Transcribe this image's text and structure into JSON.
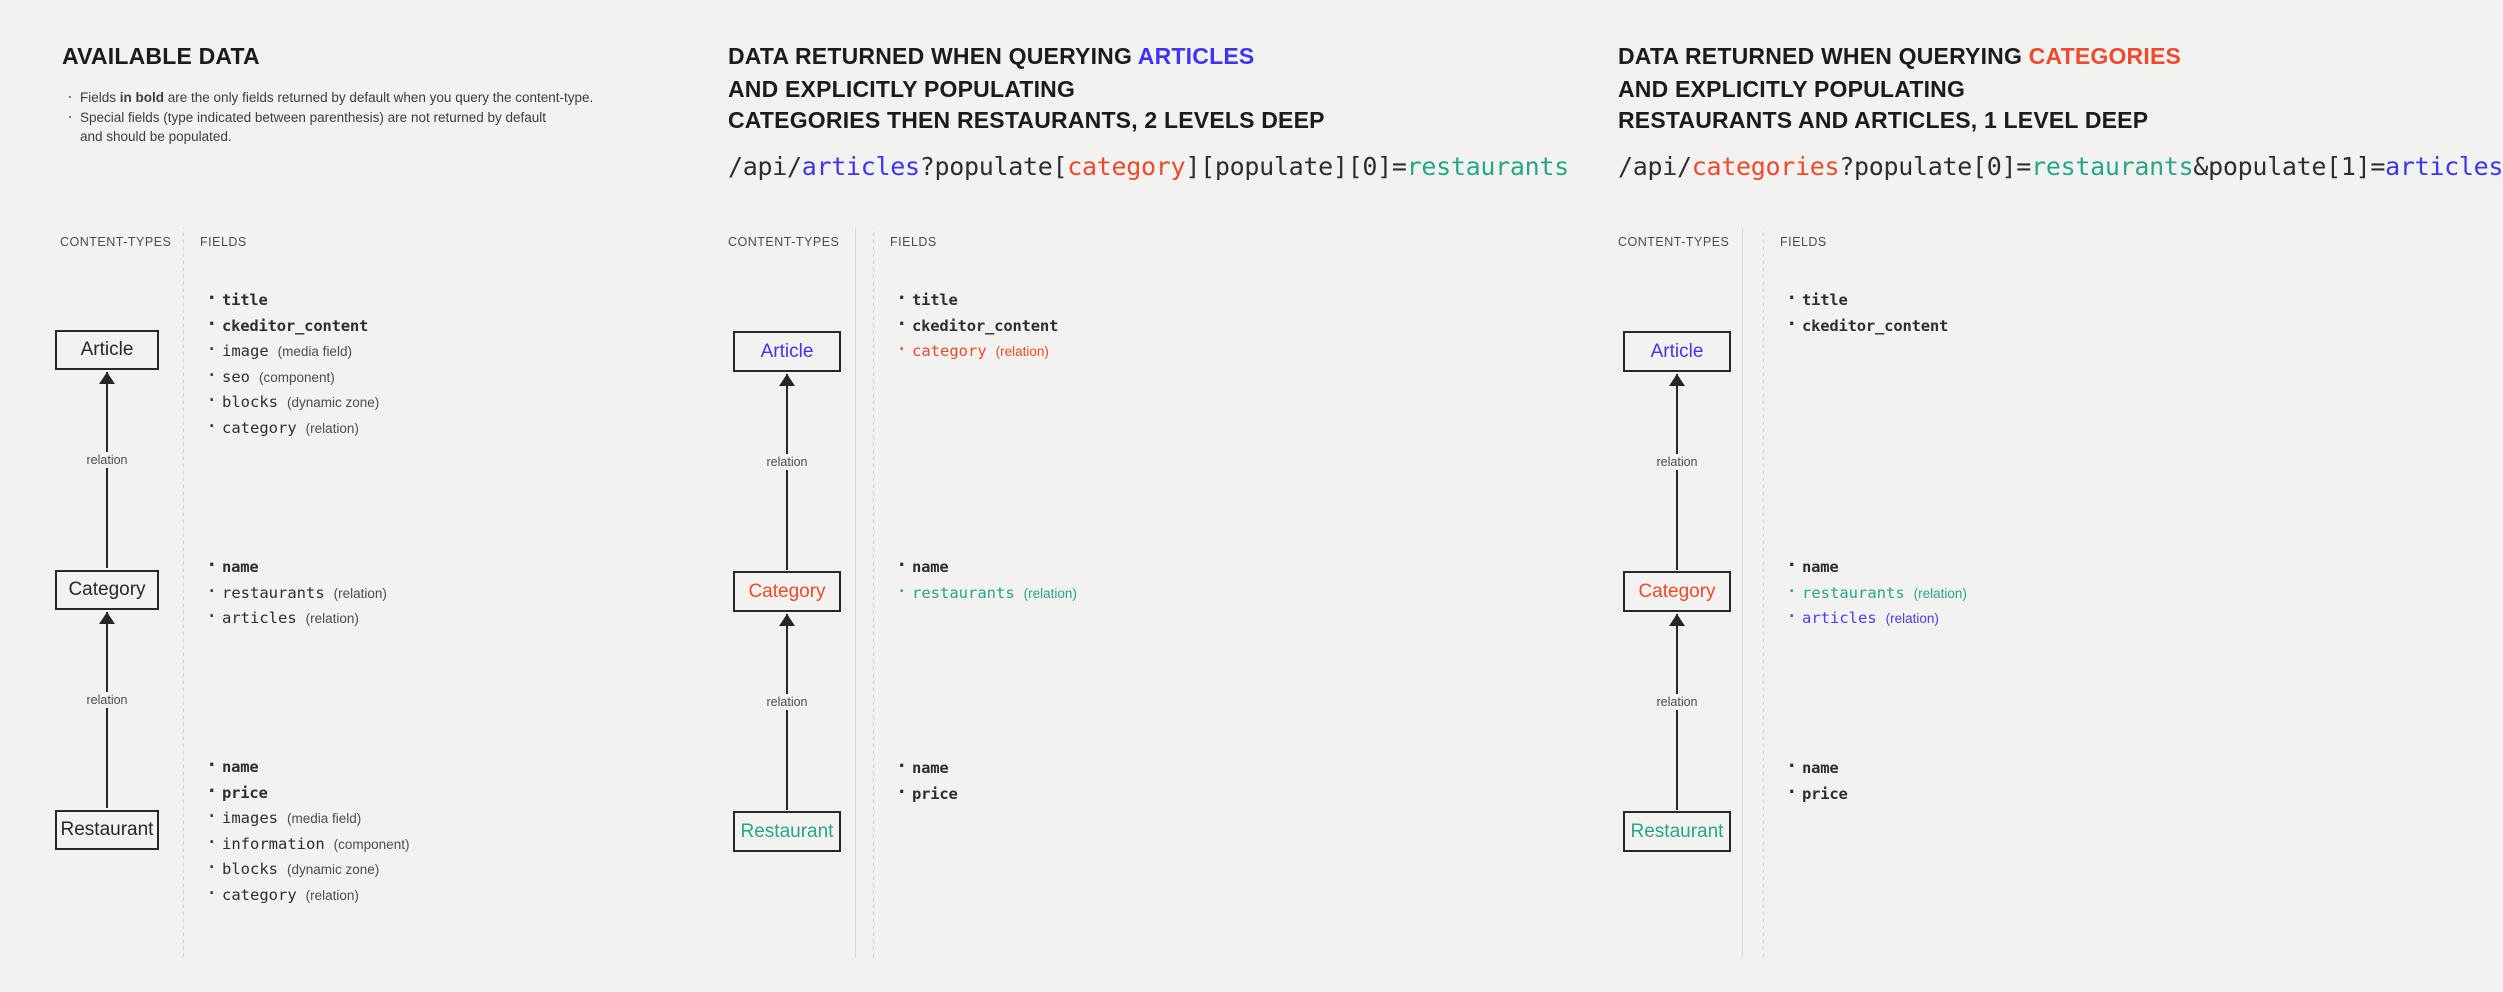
{
  "colors": {
    "blue": "#3f34f2",
    "red": "#f0492b",
    "green": "#29a587",
    "ink": "#25272a",
    "background": "#f2f2f1"
  },
  "columns": [
    {
      "id": "available-data",
      "heading_lines": [
        {
          "text": "AVAILABLE DATA",
          "accent": ""
        }
      ],
      "notes": [
        {
          "pre": "Fields ",
          "bold": "in bold",
          "post": " are the only fields returned by default when you query the content-type."
        },
        {
          "pre": "Special fields (type indicated between parenthesis) are not returned by default",
          "bold": "",
          "post": "",
          "second_line": "and should be populated."
        }
      ],
      "api_path": null,
      "labels": {
        "content_types": "CONTENT-TYPES",
        "fields": "FIELDS"
      },
      "relation_label": "relation",
      "nodes": [
        {
          "name": "Article",
          "color": "ink"
        },
        {
          "name": "Category",
          "color": "ink"
        },
        {
          "name": "Restaurant",
          "color": "ink"
        }
      ],
      "field_groups": [
        {
          "for": "Article",
          "items": [
            {
              "name": "title",
              "type": "",
              "bold": true,
              "color": ""
            },
            {
              "name": "ckeditor_content",
              "type": "",
              "bold": true,
              "color": ""
            },
            {
              "name": "image",
              "type": "(media field)",
              "bold": false,
              "color": ""
            },
            {
              "name": "seo",
              "type": "(component)",
              "bold": false,
              "color": ""
            },
            {
              "name": "blocks",
              "type": "(dynamic zone)",
              "bold": false,
              "color": ""
            },
            {
              "name": "category",
              "type": "(relation)",
              "bold": false,
              "color": ""
            }
          ]
        },
        {
          "for": "Category",
          "items": [
            {
              "name": "name",
              "type": "",
              "bold": true,
              "color": ""
            },
            {
              "name": "restaurants",
              "type": "(relation)",
              "bold": false,
              "color": ""
            },
            {
              "name": "articles",
              "type": "(relation)",
              "bold": false,
              "color": ""
            }
          ]
        },
        {
          "for": "Restaurant",
          "items": [
            {
              "name": "name",
              "type": "",
              "bold": true,
              "color": ""
            },
            {
              "name": "price",
              "type": "",
              "bold": true,
              "color": ""
            },
            {
              "name": "images",
              "type": "(media field)",
              "bold": false,
              "color": ""
            },
            {
              "name": "information",
              "type": "(component)",
              "bold": false,
              "color": ""
            },
            {
              "name": "blocks",
              "type": "(dynamic zone)",
              "bold": false,
              "color": ""
            },
            {
              "name": "category",
              "type": "(relation)",
              "bold": false,
              "color": ""
            }
          ]
        }
      ]
    },
    {
      "id": "querying-articles",
      "heading_lines": [
        {
          "text": "DATA RETURNED WHEN QUERYING ",
          "accent": "ARTICLES",
          "accent_color": "blue"
        },
        {
          "text": "AND EXPLICITLY POPULATING",
          "accent": ""
        },
        {
          "text": "CATEGORIES THEN RESTAURANTS, 2 LEVELS DEEP",
          "accent": ""
        }
      ],
      "notes": [],
      "api_path": {
        "segments": [
          {
            "t": "/api/",
            "c": ""
          },
          {
            "t": "articles",
            "c": "blue"
          },
          {
            "t": "?populate[",
            "c": ""
          },
          {
            "t": "category",
            "c": "red"
          },
          {
            "t": "][populate][0]=",
            "c": ""
          },
          {
            "t": "restaurants",
            "c": "green"
          }
        ],
        "plain": "/api/articles?populate[category][populate][0]=restaurants"
      },
      "labels": {
        "content_types": "CONTENT-TYPES",
        "fields": "FIELDS"
      },
      "relation_label": "relation",
      "nodes": [
        {
          "name": "Article",
          "color": "blue"
        },
        {
          "name": "Category",
          "color": "red"
        },
        {
          "name": "Restaurant",
          "color": "green"
        }
      ],
      "field_groups": [
        {
          "for": "Article",
          "items": [
            {
              "name": "title",
              "type": "",
              "bold": true,
              "color": ""
            },
            {
              "name": "ckeditor_content",
              "type": "",
              "bold": true,
              "color": ""
            },
            {
              "name": "category",
              "type": "(relation)",
              "bold": false,
              "color": "red"
            }
          ]
        },
        {
          "for": "Category",
          "items": [
            {
              "name": "name",
              "type": "",
              "bold": true,
              "color": ""
            },
            {
              "name": "restaurants",
              "type": "(relation)",
              "bold": false,
              "color": "green"
            }
          ]
        },
        {
          "for": "Restaurant",
          "items": [
            {
              "name": "name",
              "type": "",
              "bold": true,
              "color": ""
            },
            {
              "name": "price",
              "type": "",
              "bold": true,
              "color": ""
            }
          ]
        }
      ]
    },
    {
      "id": "querying-categories",
      "heading_lines": [
        {
          "text": "DATA RETURNED WHEN QUERYING ",
          "accent": "CATEGORIES",
          "accent_color": "red"
        },
        {
          "text": "AND EXPLICITLY POPULATING",
          "accent": ""
        },
        {
          "text": "RESTAURANTS AND ARTICLES, 1 LEVEL DEEP",
          "accent": ""
        }
      ],
      "notes": [],
      "api_path": {
        "segments": [
          {
            "t": "/api/",
            "c": ""
          },
          {
            "t": "categories",
            "c": "red"
          },
          {
            "t": "?populate[0]=",
            "c": ""
          },
          {
            "t": "restaurants",
            "c": "green"
          },
          {
            "t": "&populate[1]=",
            "c": ""
          },
          {
            "t": "articles",
            "c": "blue"
          }
        ],
        "plain": "/api/categories?populate[0]=restaurants&populate[1]=articles"
      },
      "labels": {
        "content_types": "CONTENT-TYPES",
        "fields": "FIELDS"
      },
      "relation_label": "relation",
      "nodes": [
        {
          "name": "Article",
          "color": "blue"
        },
        {
          "name": "Category",
          "color": "red"
        },
        {
          "name": "Restaurant",
          "color": "green"
        }
      ],
      "field_groups": [
        {
          "for": "Article",
          "items": [
            {
              "name": "title",
              "type": "",
              "bold": true,
              "color": ""
            },
            {
              "name": "ckeditor_content",
              "type": "",
              "bold": true,
              "color": ""
            }
          ]
        },
        {
          "for": "Category",
          "items": [
            {
              "name": "name",
              "type": "",
              "bold": true,
              "color": ""
            },
            {
              "name": "restaurants",
              "type": "(relation)",
              "bold": false,
              "color": "green"
            },
            {
              "name": "articles",
              "type": "(relation)",
              "bold": false,
              "color": "blue"
            }
          ]
        },
        {
          "for": "Restaurant",
          "items": [
            {
              "name": "name",
              "type": "",
              "bold": true,
              "color": ""
            },
            {
              "name": "price",
              "type": "",
              "bold": true,
              "color": ""
            }
          ]
        }
      ]
    }
  ]
}
